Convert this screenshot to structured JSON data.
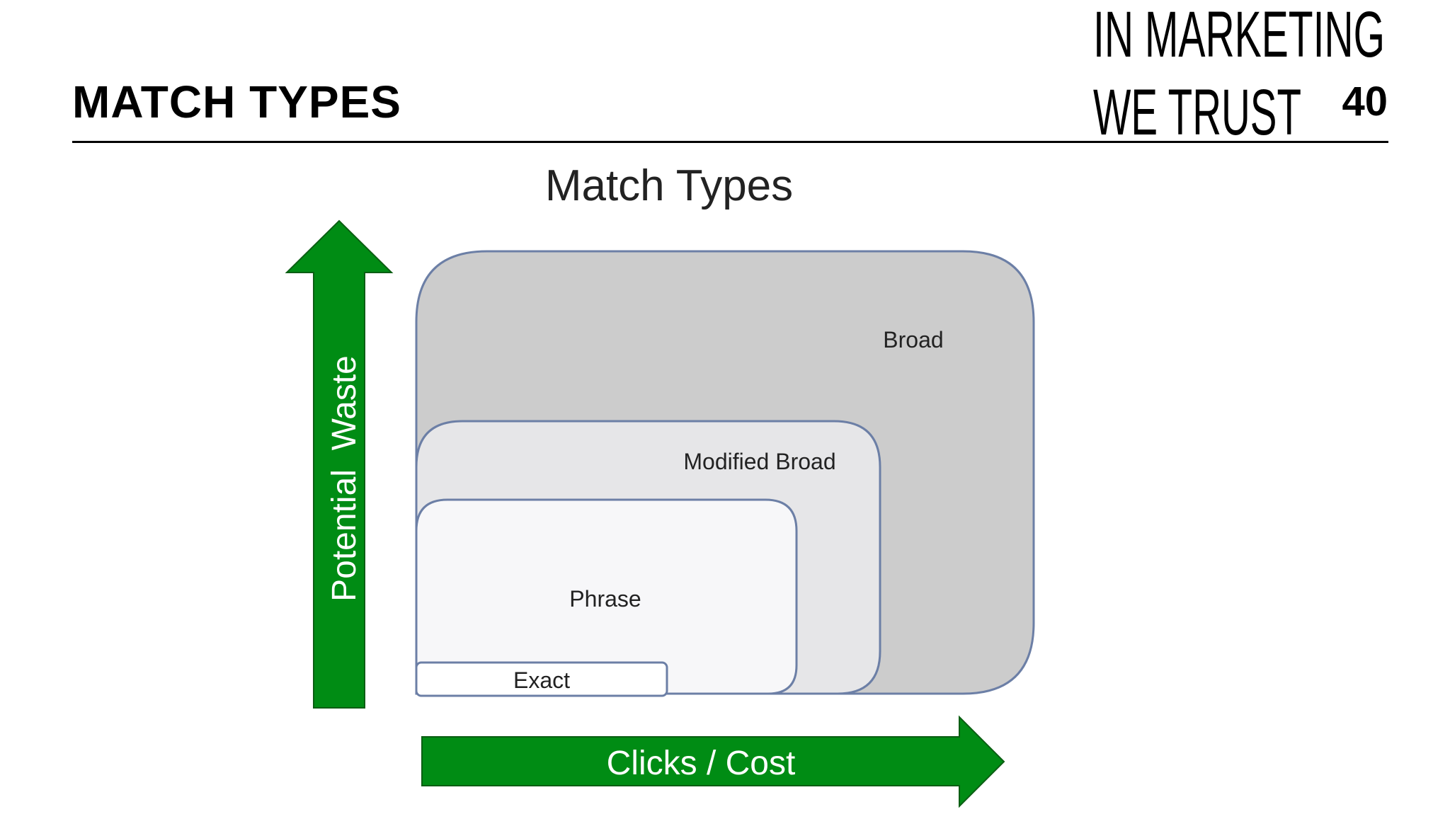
{
  "header": {
    "title": "MATCH TYPES",
    "brand_line_1": "IN MARKETING",
    "brand_line_2": "WE TRUST",
    "page_number": "40"
  },
  "diagram": {
    "title": "Match Types",
    "vertical_axis_label": "Potential  Waste",
    "horizontal_axis_label": "Clicks / Cost",
    "regions": [
      {
        "label": "Broad",
        "fill": "#cccccc"
      },
      {
        "label": "Modified Broad",
        "fill": "#e6e6e8"
      },
      {
        "label": "Phrase",
        "fill": "#f7f7f9"
      },
      {
        "label": "Exact",
        "fill": "#ffffff"
      }
    ],
    "outline_color": "#6c7fa6",
    "arrow_color": "#008c14"
  }
}
